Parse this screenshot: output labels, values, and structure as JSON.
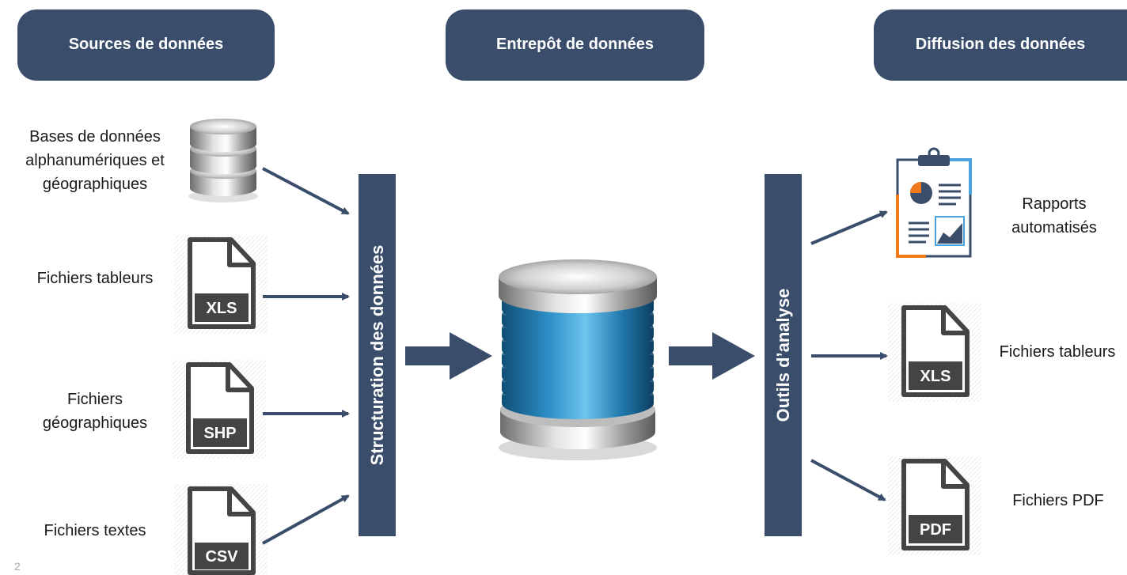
{
  "headers": {
    "sources": "Sources de données",
    "entrepot": "Entrepôt de données",
    "diffusion": "Diffusion des données"
  },
  "sources": {
    "bases": "Bases de données alphanumériques et géographiques",
    "tableurs": "Fichiers tableurs",
    "geographiques": "Fichiers géographiques",
    "textes": "Fichiers textes"
  },
  "file_badges": {
    "xls": "XLS",
    "shp": "SHP",
    "csv": "CSV",
    "pdf": "PDF"
  },
  "bars": {
    "structuration": "Structuration des données",
    "outils": "Outils d’analyse"
  },
  "outputs": {
    "rapports": "Rapports automatisés",
    "tableurs": "Fichiers tableurs",
    "pdf": "Fichiers PDF"
  },
  "page_number": "2",
  "colors": {
    "navy": "#3a4e6c",
    "teal": "#2b8cc4",
    "orange": "#f0a020",
    "icon_stroke": "#444444"
  },
  "icons": {
    "database_small": "database-icon",
    "data_warehouse": "data-warehouse-icon",
    "report": "clipboard-report-icon",
    "file": "file-icon"
  }
}
